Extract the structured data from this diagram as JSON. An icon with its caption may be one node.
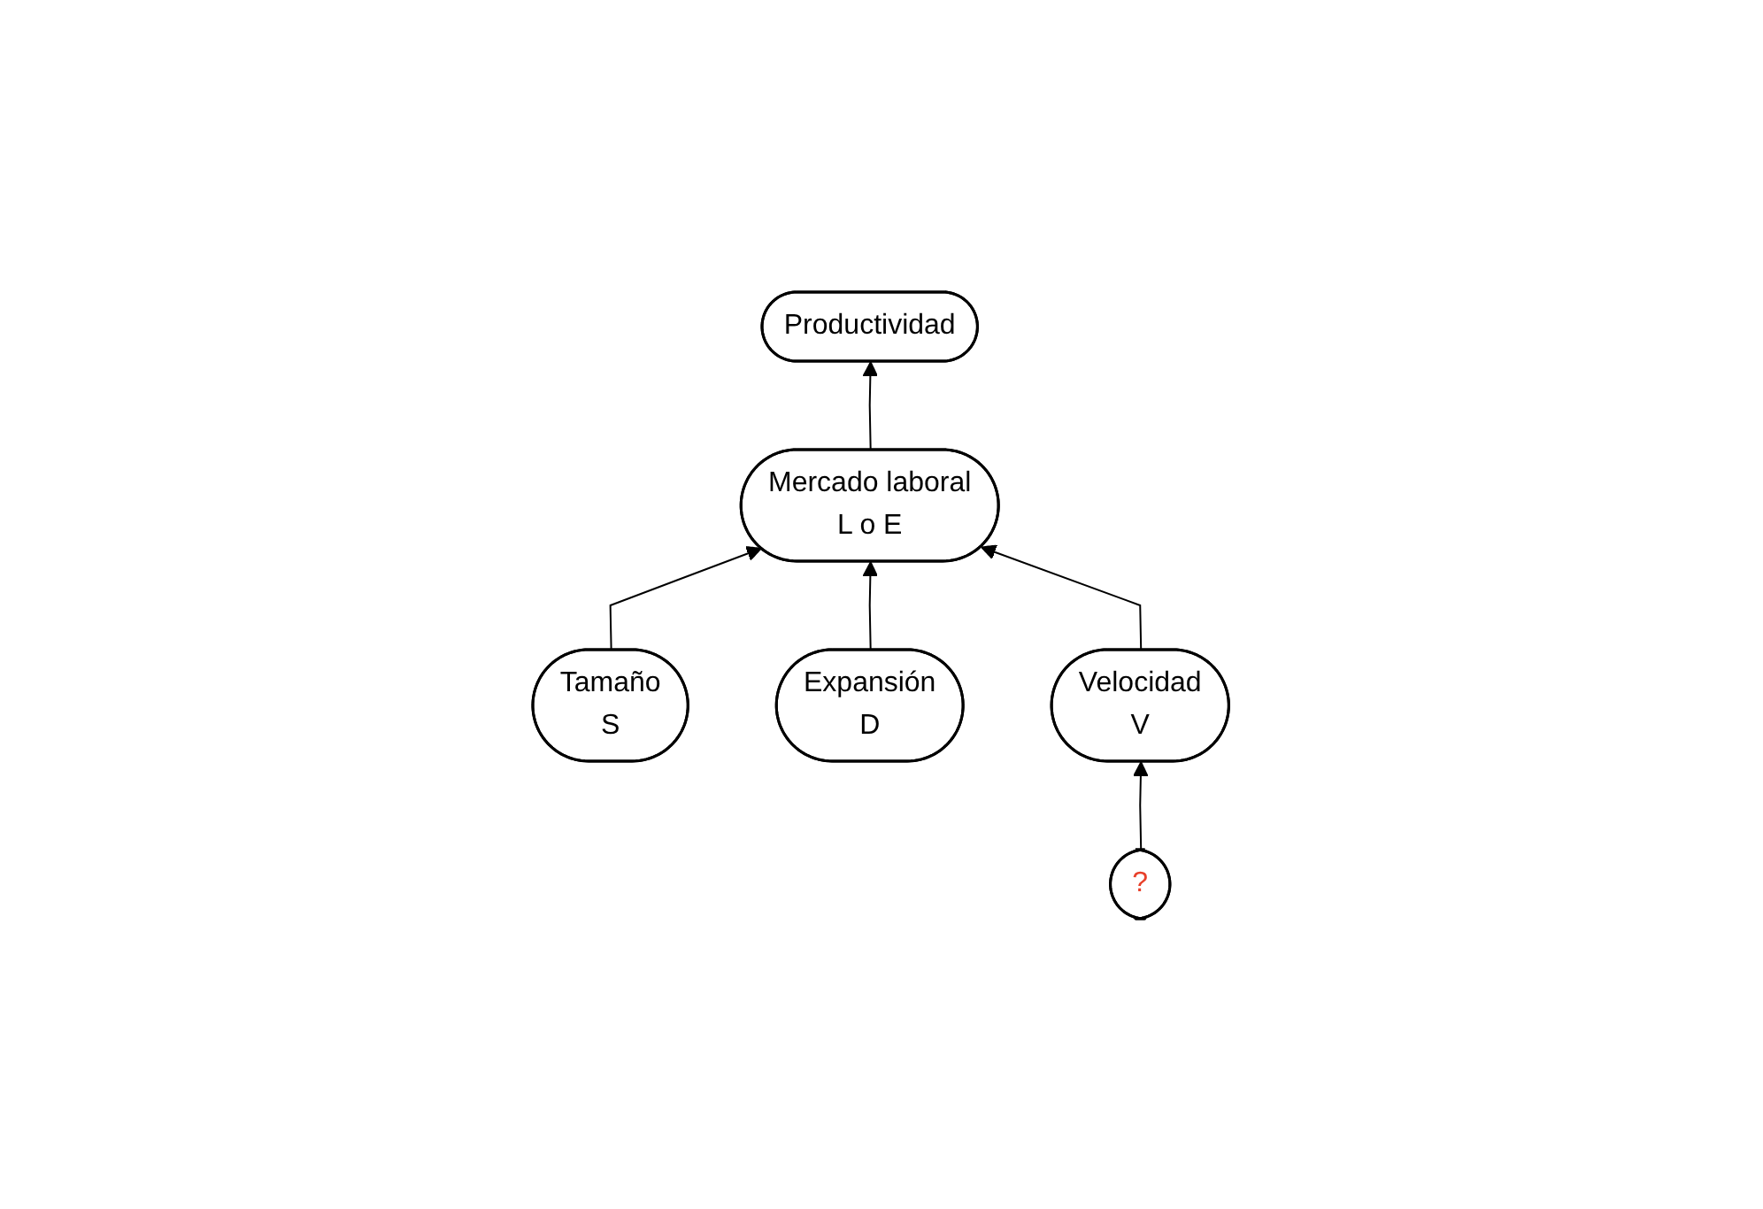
{
  "diagram": {
    "nodes": [
      {
        "text": [
          "Productividad"
        ]
      },
      {
        "text": [
          "Mercado laboral",
          "L o E"
        ]
      },
      {
        "text": [
          "Tamaño",
          "S"
        ]
      },
      {
        "text": [
          "Expansión",
          "D"
        ]
      },
      {
        "text": [
          "Velocidad",
          "V"
        ]
      },
      {
        "text": [
          "?"
        ]
      }
    ],
    "edges": [
      {
        "from": 1,
        "to": 0,
        "arrow": "to"
      },
      {
        "from": 2,
        "to": 1,
        "arrow": "to"
      },
      {
        "from": 3,
        "to": 1,
        "arrow": "to"
      },
      {
        "from": 4,
        "to": 1,
        "arrow": "to"
      },
      {
        "from": 5,
        "to": 4,
        "arrow": "to"
      }
    ]
  }
}
